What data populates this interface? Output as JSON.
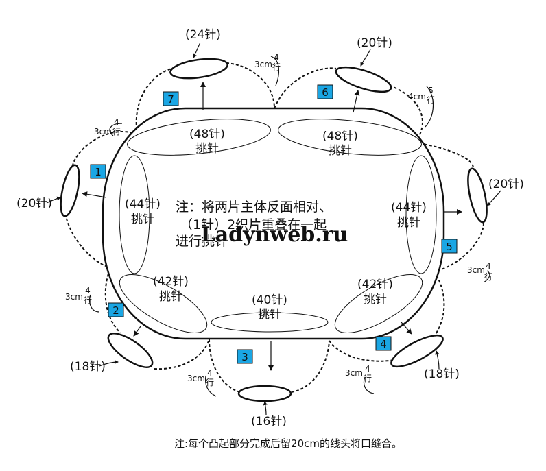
{
  "note_lines": [
    "注：将两片主体反面相对、",
    "（1针）2织片重叠在一起",
    "进行挑针"
  ],
  "watermark": "Ladynweb.ru",
  "footer": "注:每个凸起部分完成后留20cm的线头将口缝合。",
  "pick_regions": [
    {
      "count": "(48针)",
      "label": "挑针"
    },
    {
      "count": "(48针)",
      "label": "挑针"
    },
    {
      "count": "(44针)",
      "label": "挑针"
    },
    {
      "count": "(44针)",
      "label": "挑针"
    },
    {
      "count": "(42针)",
      "label": "挑针"
    },
    {
      "count": "(40针)",
      "label": "挑针"
    },
    {
      "count": "(42针)",
      "label": "挑针"
    }
  ],
  "lobes": [
    {
      "number": "1",
      "stitches": "(20针)",
      "cm": "3cm",
      "row_num": "4",
      "row_char": "行"
    },
    {
      "number": "2",
      "stitches": "(18针)",
      "cm": "3cm",
      "row_num": "4",
      "row_char": "行"
    },
    {
      "number": "3",
      "stitches": "(16针)",
      "cm": "3cm",
      "row_num": "4",
      "row_char": "行"
    },
    {
      "number": "4",
      "stitches": "(18针)",
      "cm": "3cm",
      "row_num": "4",
      "row_char": "行"
    },
    {
      "number": "5",
      "stitches": "(20针)",
      "cm": "3cm",
      "row_num": "4",
      "row_char": "行"
    },
    {
      "number": "6",
      "stitches": "(20针)",
      "cm": "4cm",
      "row_num": "5",
      "row_char": "行"
    },
    {
      "number": "7",
      "stitches": "(24针)",
      "cm": "3cm",
      "row_num": "4",
      "row_char": "行"
    }
  ],
  "colors": {
    "badge_fill": "#1aa6e4",
    "line": "#111111",
    "background": "#ffffff"
  }
}
